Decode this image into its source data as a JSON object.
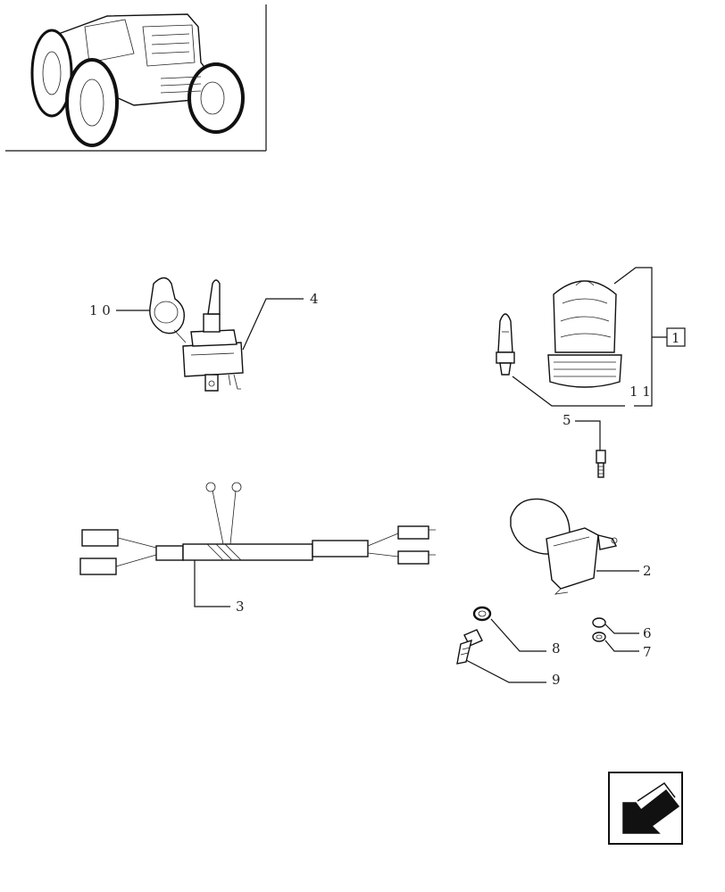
{
  "callouts": {
    "c1": "1",
    "c2": "2",
    "c3": "3",
    "c4": "4",
    "c5": "5",
    "c6": "6",
    "c7": "7",
    "c8": "8",
    "c9": "9",
    "c10": "1 0",
    "c11": "1 1"
  },
  "icons": {
    "thumbnail": "tractor-thumbnail-icon",
    "navigation": "previous-page-arrow-icon"
  }
}
